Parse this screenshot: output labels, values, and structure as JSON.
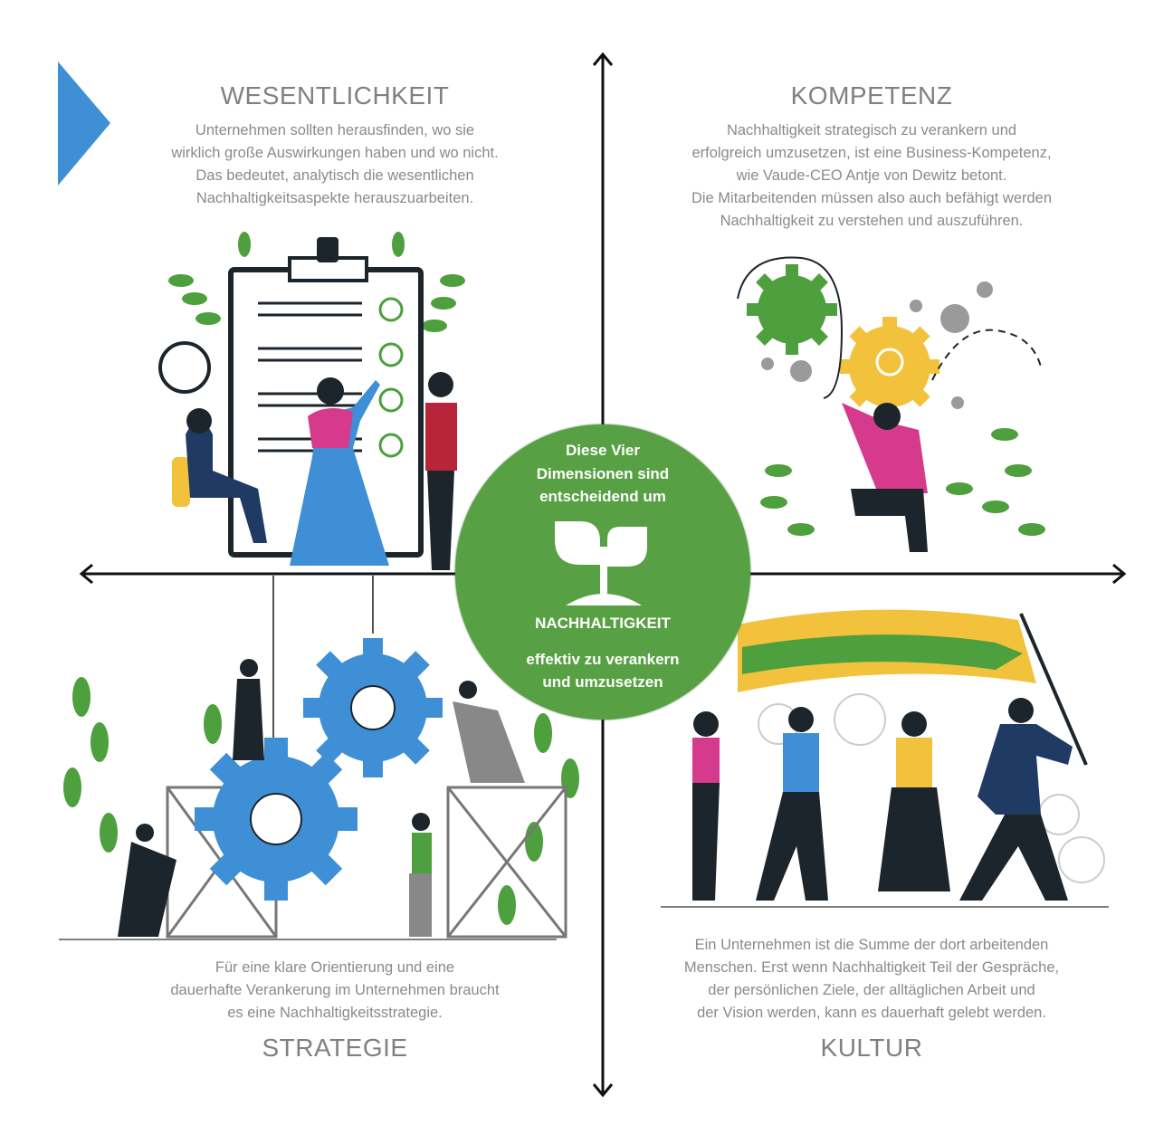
{
  "colors": {
    "green": "#57a043",
    "blue": "#3f8fd6",
    "yellow": "#f3c23c",
    "pink": "#d63a8c",
    "text": "#8a8a8a",
    "axis": "#111111"
  },
  "quadrants": {
    "top_left": {
      "title": "WESENTLICHKEIT",
      "text": "Unternehmen sollten herausfinden, wo sie\nwirklich große Auswirkungen haben und wo nicht.\nDas bedeutet, analytisch die wesentlichen\nNachhaltigkeitsaspekte herauszuarbeiten."
    },
    "top_right": {
      "title": "KOMPETENZ",
      "text": "Nachhaltigkeit strategisch zu verankern und\nerfolgreich umzusetzen, ist eine Business-Kompetenz,\nwie Vaude-CEO Antje von Dewitz betont.\nDie Mitarbeitenden müssen also auch befähigt werden\nNachhaltigkeit zu verstehen und auszuführen."
    },
    "bottom_left": {
      "title": "STRATEGIE",
      "text": "Für eine klare Orientierung und eine\ndauerhafte Verankerung im Unternehmen braucht\nes eine Nachhaltigkeitsstrategie."
    },
    "bottom_right": {
      "title": "KULTUR",
      "text": "Ein Unternehmen ist die Summe der dort arbeitenden\nMenschen. Erst wenn Nachhaltigkeit Teil der Gespräche,\nder persönlichen Ziele, der alltäglichen Arbeit und\nder Vision werden, kann es dauerhaft gelebt werden."
    }
  },
  "center": {
    "intro": "Diese Vier\nDimensionen sind\nentscheidend um",
    "keyword": "NACHHALTIGKEIT",
    "outro": "effektiv zu verankern\nund umzusetzen",
    "icon": "sprout-icon"
  }
}
